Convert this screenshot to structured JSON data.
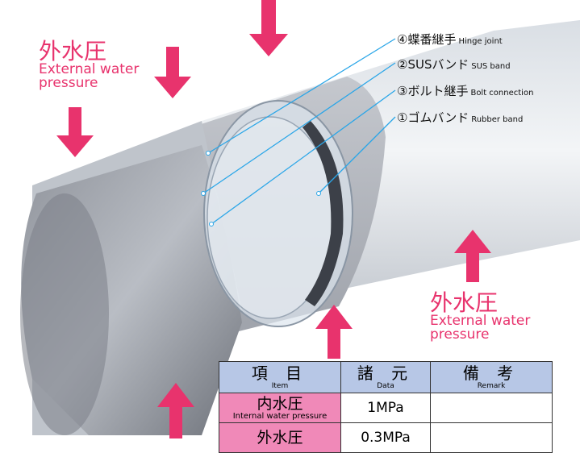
{
  "labels": {
    "external_pressure_jp": "外水圧",
    "external_pressure_en_line1": "External water",
    "external_pressure_en_line2": "pressure"
  },
  "callouts": [
    {
      "jp": "④蝶番継手",
      "en": "Hinge joint"
    },
    {
      "jp": "②SUSバンド",
      "en": "SUS band"
    },
    {
      "jp": "③ボルト継手",
      "en": "Bolt connection"
    },
    {
      "jp": "①ゴムバンド",
      "en": "Rubber band"
    }
  ],
  "table": {
    "headers": [
      {
        "jp": "項 目",
        "en": "Item"
      },
      {
        "jp": "諸 元",
        "en": "Data"
      },
      {
        "jp": "備 考",
        "en": "Remark"
      }
    ],
    "rows": [
      {
        "item_jp": "内水圧",
        "item_en": "Internal water pressure",
        "value": "1MPa",
        "remark": ""
      },
      {
        "item_jp": "外水圧",
        "item_en": "",
        "value": "0.3MPa",
        "remark": ""
      }
    ]
  },
  "colors": {
    "accent": "#e8336d",
    "callout_line": "#2aa6e8",
    "table_header": "#b7c7e6",
    "table_item": "#f089b8"
  }
}
